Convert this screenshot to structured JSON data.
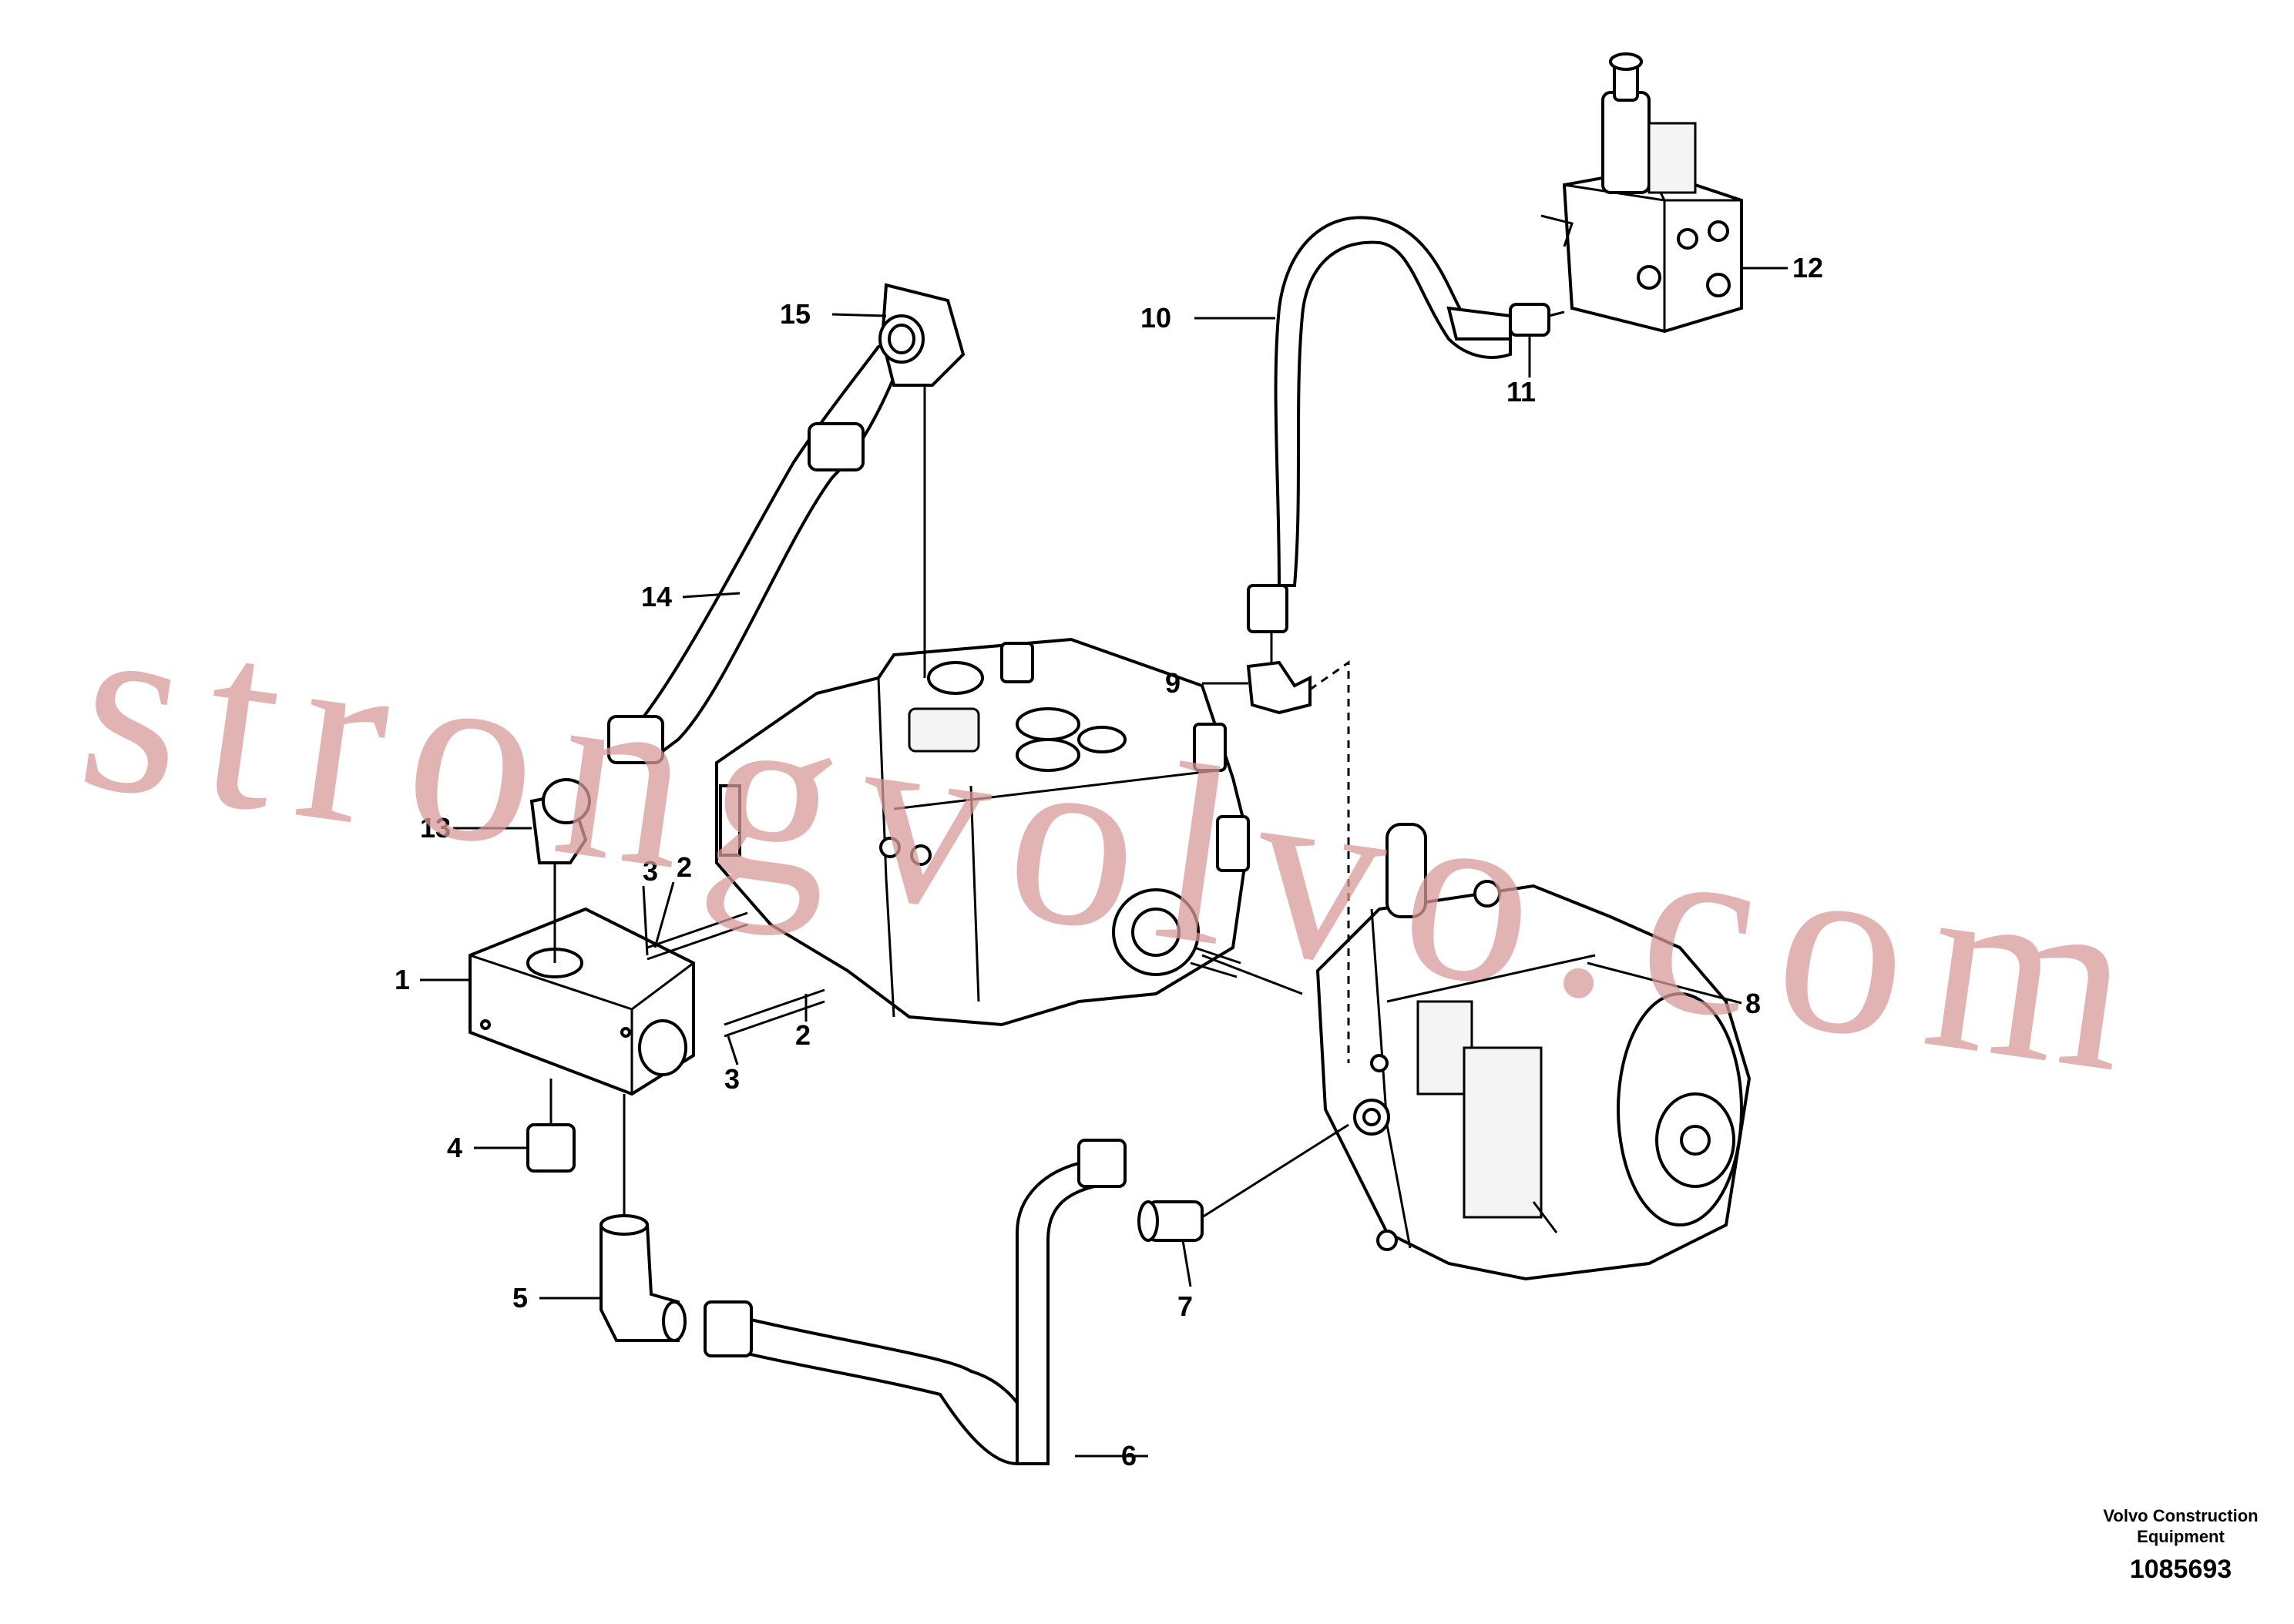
{
  "callouts": [
    "1",
    "2",
    "2",
    "3",
    "3",
    "4",
    "5",
    "6",
    "7",
    "8",
    "9",
    "10",
    "11",
    "12",
    "13",
    "14",
    "15"
  ],
  "watermark": "strongvolvo.com",
  "footer": {
    "brand_line1": "Volvo Construction",
    "brand_line2": "Equipment",
    "drawing_number": "1085693"
  }
}
